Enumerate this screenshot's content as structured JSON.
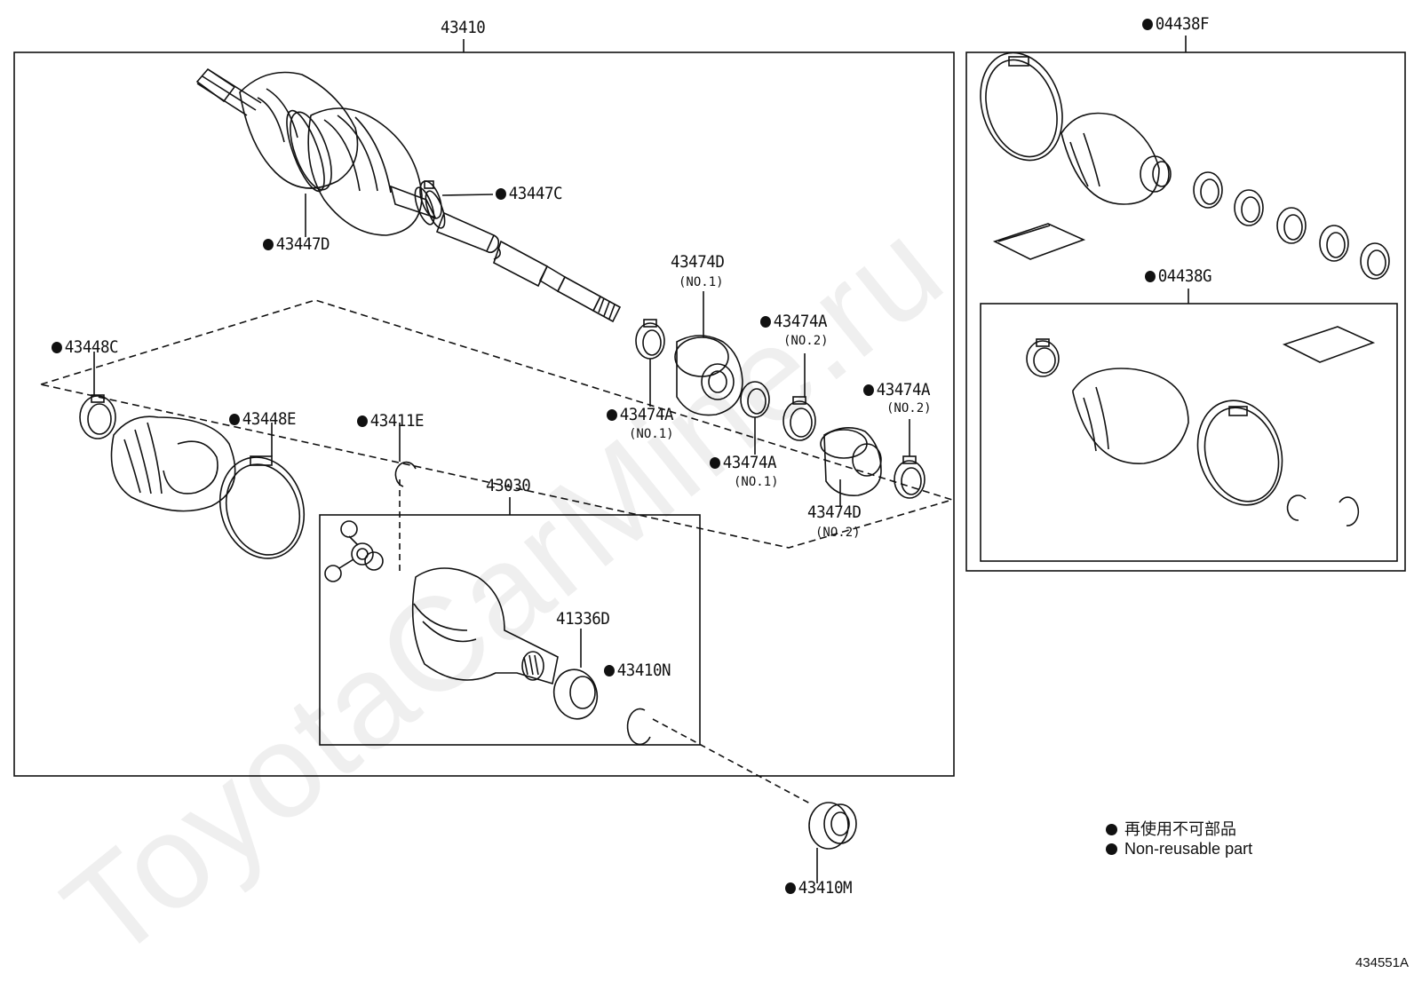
{
  "watermark": "ToyotaCarMine.ru",
  "figure_id": "434551A",
  "legend": {
    "line1": "再使用不可部品",
    "line2": "Non-reusable part"
  },
  "labels": {
    "p43410": "43410",
    "p43447C": "43447C",
    "p43447D": "43447D",
    "p43448C": "43448C",
    "p43448E": "43448E",
    "p43411E": "43411E",
    "p43030": "43030",
    "p41336D": "41336D",
    "p43410N": "43410N",
    "p43410M": "43410M",
    "p43474D_1": "43474D",
    "p43474D_1_sub": "(NO.1)",
    "p43474A_1": "43474A",
    "p43474A_1_sub": "(NO.1)",
    "p43474A_2": "43474A",
    "p43474A_2_sub": "(NO.2)",
    "p43474A_3": "43474A",
    "p43474A_3_sub": "(NO.1)",
    "p43474A_4": "43474A",
    "p43474A_4_sub": "(NO.2)",
    "p43474D_2": "43474D",
    "p43474D_2_sub": "(NO.2)",
    "p04438F": "04438F",
    "p04438G": "04438G"
  },
  "non_reusable": [
    "43447C",
    "43447D",
    "43448C",
    "43448E",
    "43411E",
    "43410N",
    "43410M",
    "43474A",
    "04438F",
    "04438G"
  ]
}
